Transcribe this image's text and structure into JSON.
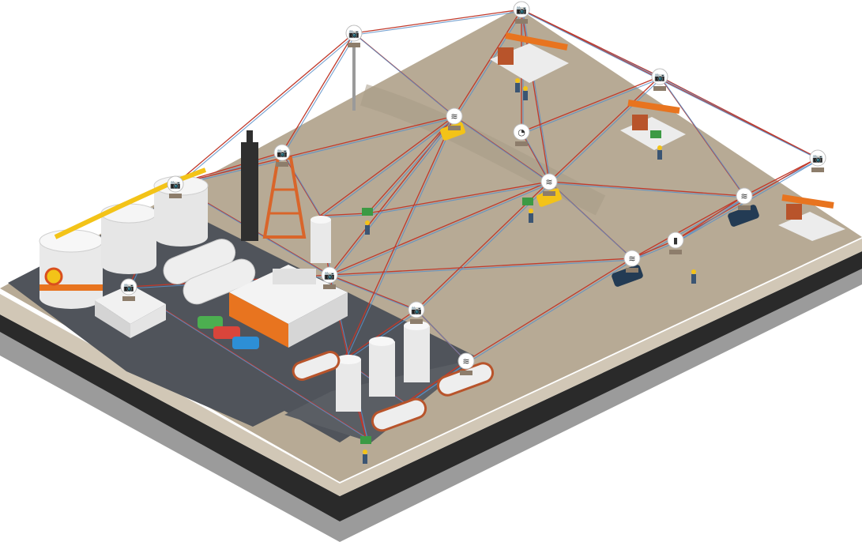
{
  "scene": {
    "description_free": true,
    "palette": {
      "ground": "#b6a995",
      "ground_light": "#c2b6a3",
      "asphalt": "#4a4d52",
      "base_side": "#9a9a9a",
      "base_dark": "#2b2b2b",
      "tank_white": "#eeeeee",
      "tank_shadow": "#c9c9c9",
      "accent_orange": "#e8741f",
      "accent_yellow": "#f3c318",
      "link_red": "#c0392b",
      "link_blue": "#5b8fc7",
      "device_body": "#d9d9d9",
      "truck_red": "#b8542b",
      "car_green": "#4caf50",
      "car_red": "#d9453b",
      "car_blue": "#2d8fd6",
      "suv_navy": "#233b54"
    },
    "node_icons": [
      "camera-icon",
      "camera-icon",
      "camera-icon",
      "camera-icon",
      "camera-icon",
      "camera-icon",
      "camera-icon",
      "camera-icon",
      "camera-icon",
      "wifi-icon",
      "wifi-icon",
      "wifi-icon",
      "wifi-icon",
      "wifi-icon",
      "gauge-icon",
      "sensor-icon"
    ],
    "vehicles": [
      "tanker-truck",
      "tanker-truck",
      "tanker-truck",
      "suv",
      "suv",
      "car-green",
      "car-red",
      "car-blue",
      "forklift"
    ],
    "structures": [
      "storage-tank",
      "storage-tank",
      "storage-tank",
      "storage-tank",
      "drilling-rig",
      "pumpjack",
      "pumpjack",
      "pumpjack",
      "gas-station",
      "office-building",
      "silo",
      "silo",
      "silo"
    ]
  }
}
